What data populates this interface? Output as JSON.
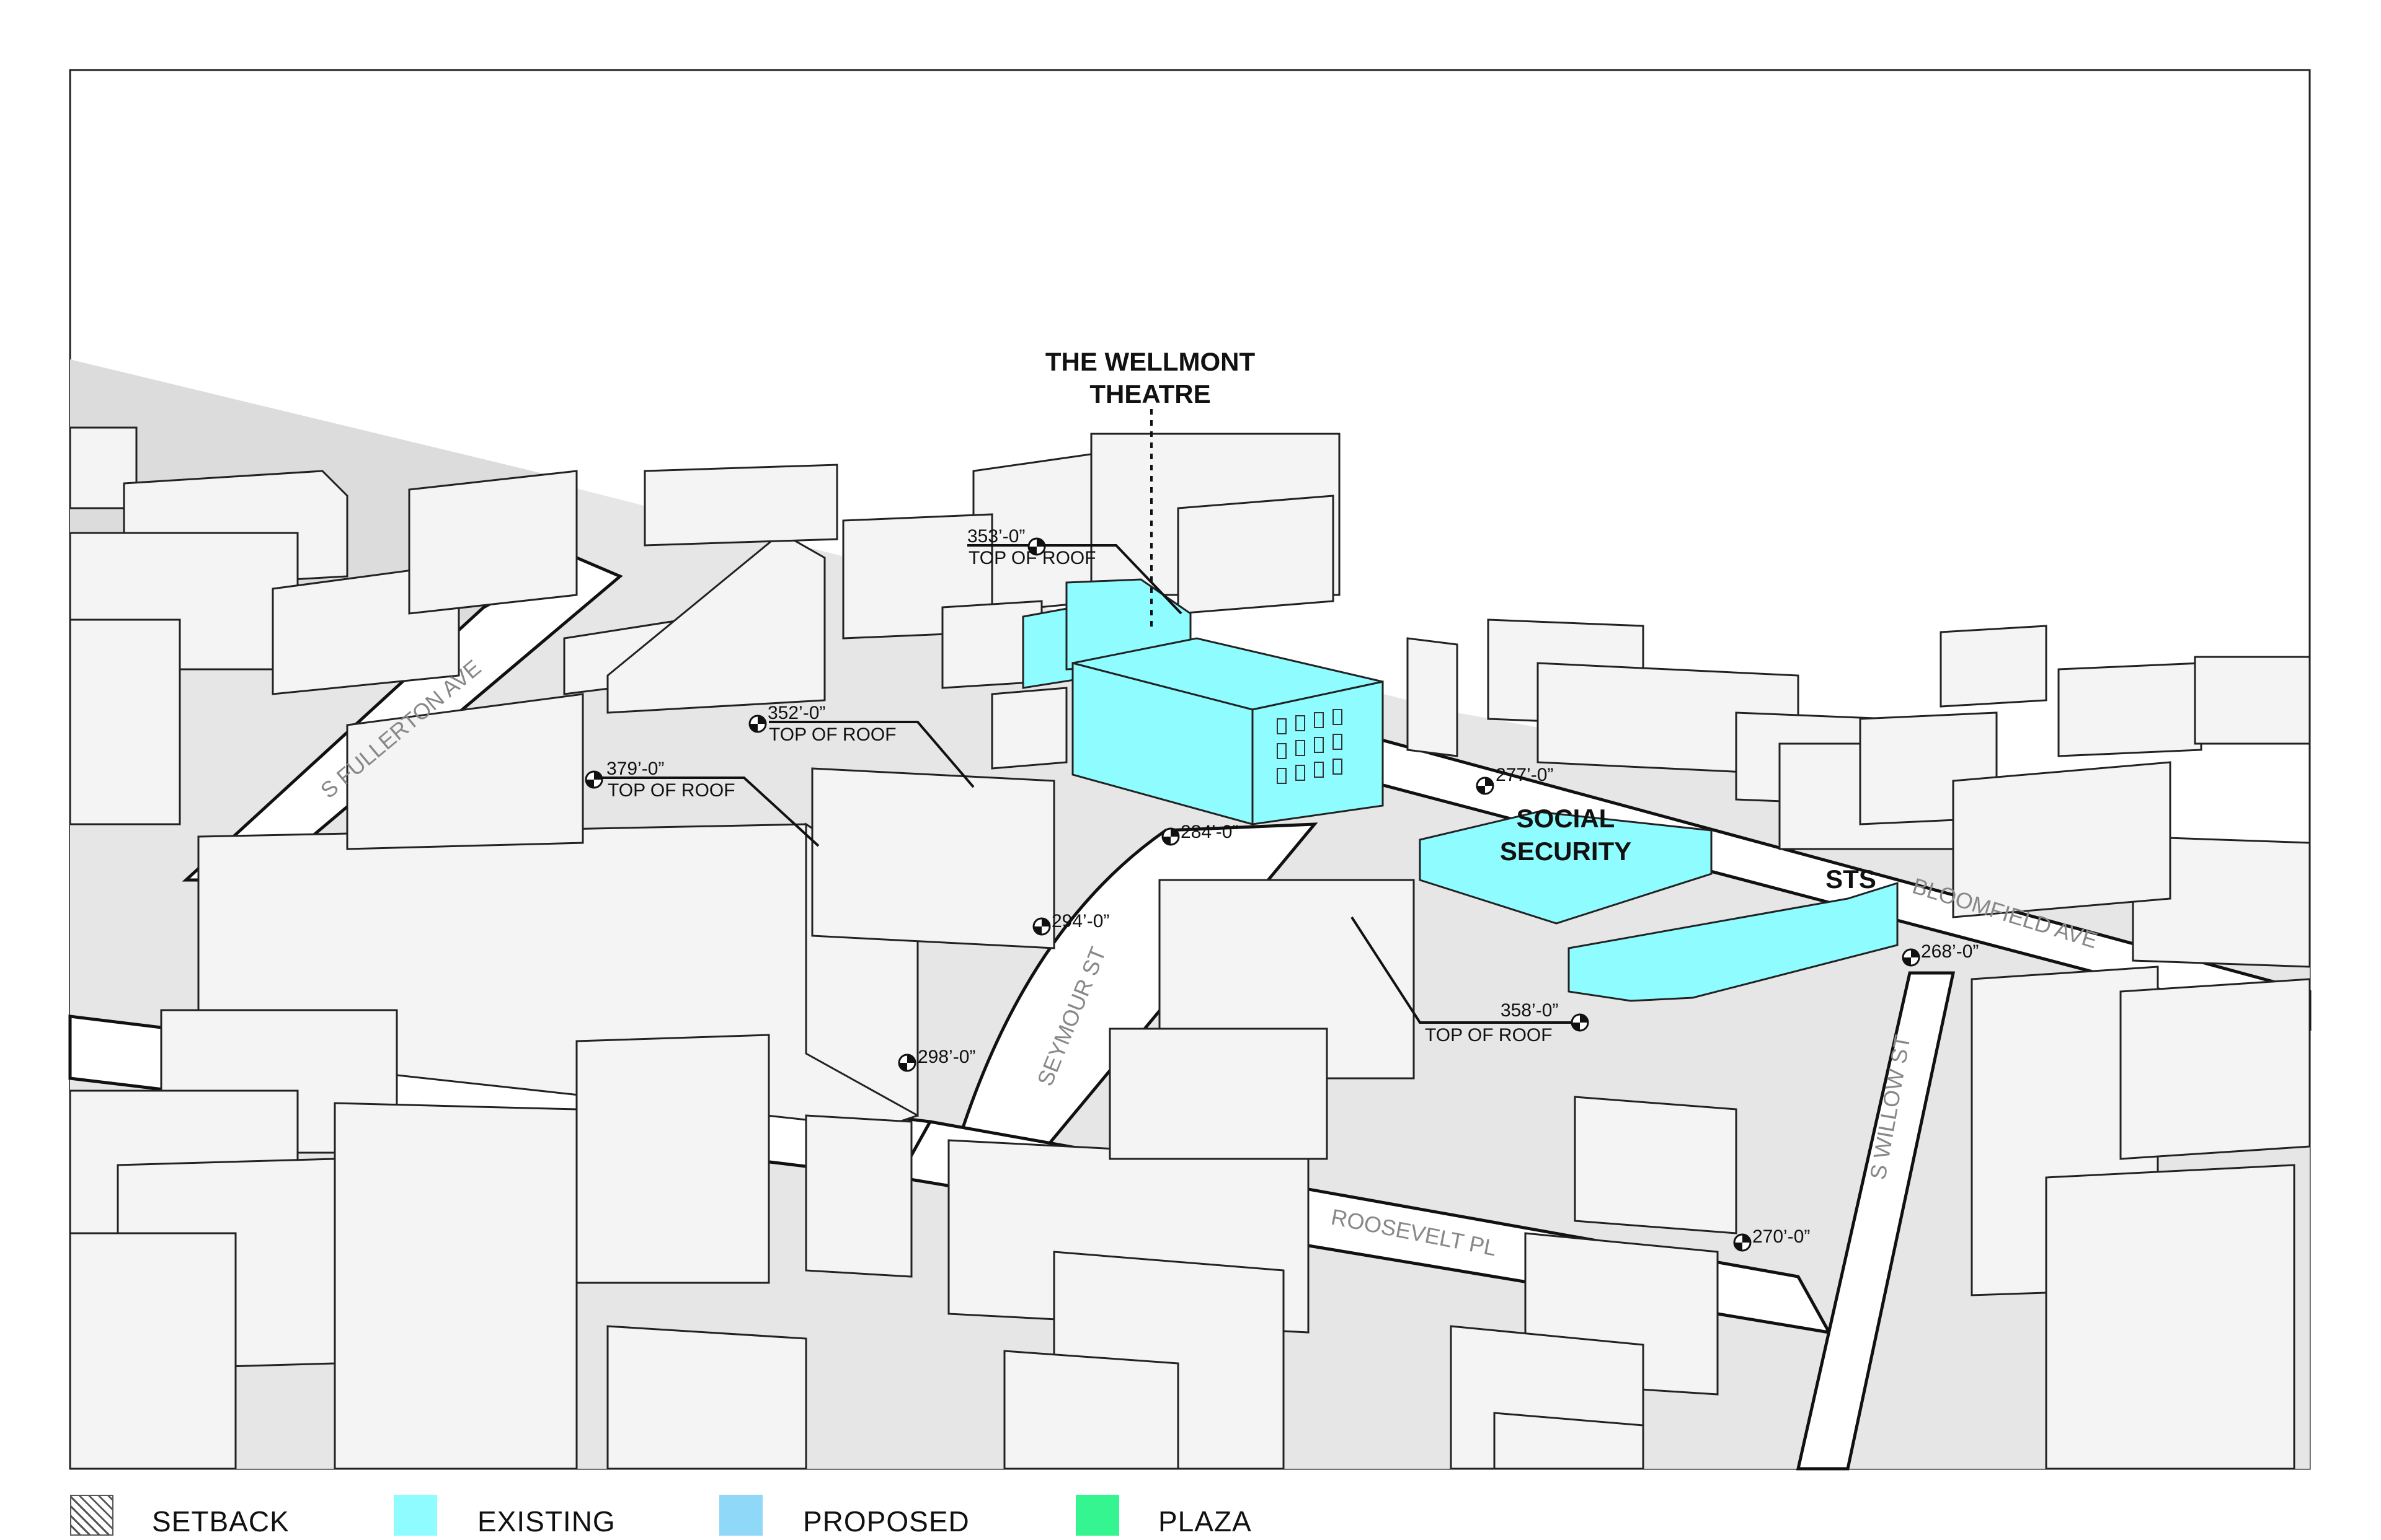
{
  "title": {
    "line1": "THE WELLMONT",
    "line2": "THEATRE"
  },
  "buildings": {
    "social_security": {
      "line1": "SOCIAL",
      "line2": "SECURITY"
    },
    "sts": "STS"
  },
  "streets": {
    "fullerton": "S FULLERTON AVE",
    "seymour": "SEYMOUR ST",
    "roosevelt": "ROOSEVELT PL",
    "willow": "S WILLOW ST",
    "bloomfield": "BLOOMFIELD AVE"
  },
  "elevations": {
    "e353": {
      "value": "353’-0”",
      "label": "TOP OF ROOF"
    },
    "e352": {
      "value": "352’-0”",
      "label": "TOP OF ROOF"
    },
    "e379": {
      "value": "379’-0”",
      "label": "TOP OF ROOF"
    },
    "e358": {
      "value": "358’-0”",
      "label": "TOP OF ROOF"
    },
    "e277": "277’-0”",
    "e284": "284’-0”",
    "e294": "294’-0”",
    "e298": "298’-0”",
    "e268": "268’-0”",
    "e270": "270’-0”"
  },
  "legend": {
    "setback": "SETBACK",
    "existing": "EXISTING",
    "proposed": "PROPOSED",
    "plaza": "PLAZA"
  },
  "colors": {
    "existing": "#8ffcff",
    "proposed": "#8fd8f7",
    "plaza": "#34f58f",
    "ground": "#e6e6e6",
    "street": "#ffffff",
    "building": "#f2f2f2"
  }
}
